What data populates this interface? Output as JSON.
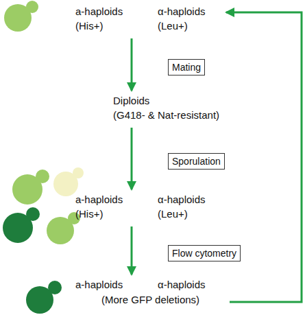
{
  "diagram": {
    "nodes": [
      {
        "text": [
          "a-haploids",
          "(His+)",
          "α-haploids",
          "(Leu+)"
        ]
      },
      {
        "text": [
          "Diploids",
          "(G418- & Nat-resistant)"
        ]
      },
      {
        "text": [
          "a-haploids",
          "(His+)",
          "α-haploids",
          "(Leu+)"
        ]
      },
      {
        "text": [
          "a-haploids",
          "α-haploids",
          "(More GFP deletions)"
        ]
      }
    ],
    "edges": [
      {
        "from": 0,
        "to": 1,
        "label": "Mating",
        "arrow": "to"
      },
      {
        "from": 1,
        "to": 2,
        "label": "Sporulation",
        "arrow": "to"
      },
      {
        "from": 2,
        "to": 3,
        "label": "Flow cytometry",
        "arrow": "to"
      },
      {
        "from": 3,
        "to": 0,
        "arrow": "to"
      }
    ]
  }
}
